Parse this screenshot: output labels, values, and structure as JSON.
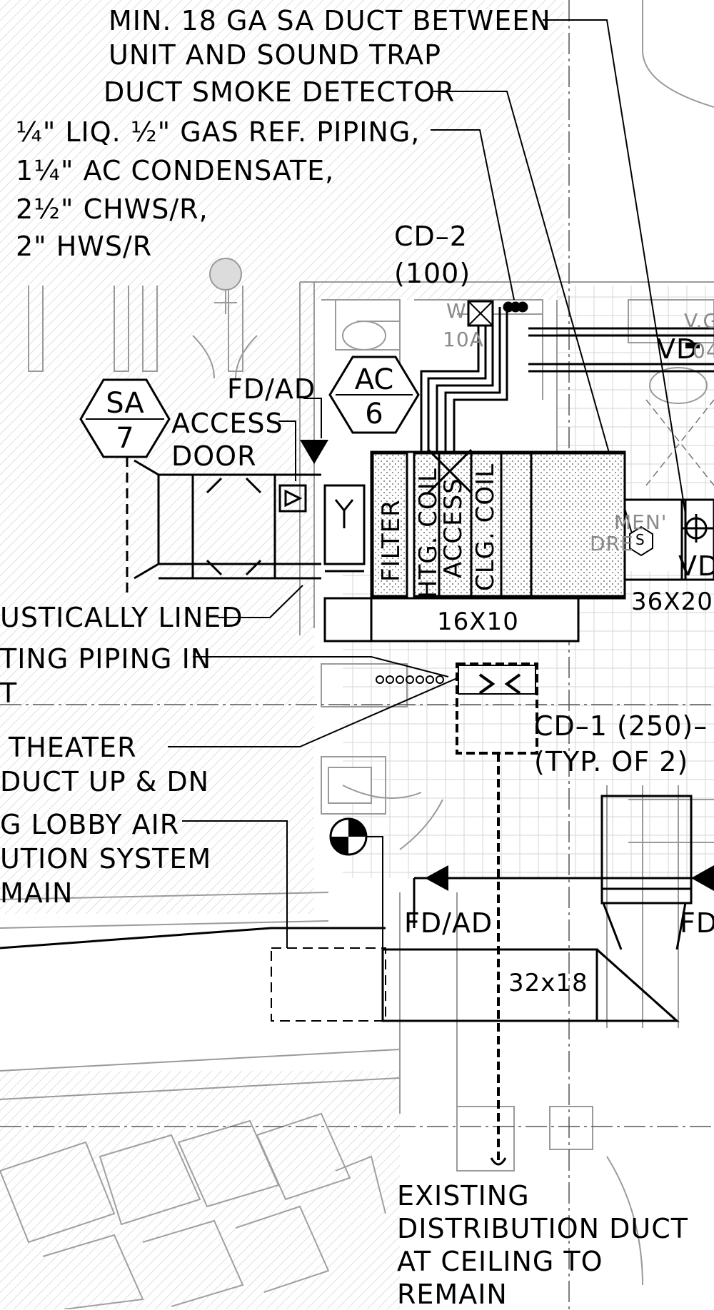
{
  "notes": {
    "min_duct_line1": "MIN. 18 GA SA DUCT BETWEEN",
    "min_duct_line2": "UNIT AND SOUND TRAP",
    "smoke_detector": "DUCT SMOKE DETECTOR",
    "piping_line1": "¼\" LIQ. ½\" GAS REF. PIPING,",
    "piping_line2": "1¼\" AC CONDENSATE,",
    "piping_line3": "2½\" CHWS/R,",
    "piping_line4": "2\" HWS/R",
    "acoustic": "USTICALLY LINED",
    "existing_piping_line1": "TING PIPING IN",
    "existing_piping_line2": "T",
    "theater_line1": "THEATER",
    "theater_line2": "DUCT UP & DN",
    "lobby_line1": "G LOBBY AIR",
    "lobby_line2": "UTION SYSTEM",
    "lobby_line3": "MAIN",
    "distribution_line1": "EXISTING",
    "distribution_line2": "DISTRIBUTION DUCT",
    "distribution_line3": "AT CEILING TO",
    "distribution_line4": "REMAIN"
  },
  "tags": {
    "cd2_name": "CD–2",
    "cd2_cfm": "(100)",
    "sa_top": "SA",
    "sa_num": "7",
    "ac_top": "AC",
    "ac_num": "6",
    "fd_ad_top": "FD/AD",
    "access_door_line1": "ACCESS",
    "access_door_line2": "DOOR",
    "cd1": "CD–1 (250)–",
    "cd1_typ": "(TYP. OF 2)",
    "fd_ad_bottom": "FD/AD",
    "fd_right": "FD",
    "vd_top": "VD",
    "vd_right": "VD"
  },
  "unit_sections": {
    "filter": "FILTER",
    "htg_coil": "HTG. COIL",
    "access": "ACCESS",
    "clg_coil": "CLG. COIL"
  },
  "duct_sizes": {
    "small": "16X10",
    "right": "36X20",
    "main": "32x18"
  },
  "background_labels": {
    "room_top": "10A",
    "room_w": "W",
    "mens": "MEN'",
    "dress": "DRE",
    "room_right": "V.G",
    "room_right2": "04"
  },
  "symbols": {
    "smoke_detector_mark": "S"
  }
}
